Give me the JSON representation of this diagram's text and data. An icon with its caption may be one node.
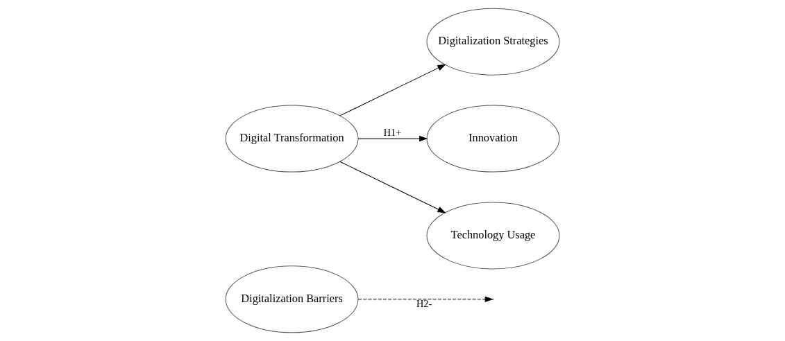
{
  "diagram": {
    "nodes": [
      {
        "text": [
          "Digitalization Barriers"
        ]
      },
      {
        "text": [
          "Digitalization Strategies"
        ]
      },
      {
        "text": [
          "Digital Transformation"
        ]
      },
      {
        "text": [
          "Innovation"
        ]
      },
      {
        "text": [
          "Technology Usage"
        ]
      }
    ],
    "edges": [
      {
        "from": 2,
        "to": 1,
        "arrow": "to"
      },
      {
        "from": 2,
        "to": 3,
        "arrow": "to",
        "label": "H1+"
      },
      {
        "from": 0,
        "to": null,
        "arrow": "to",
        "style": "dashed",
        "label": "H2-"
      },
      {
        "from": 2,
        "to": 4,
        "arrow": "to"
      }
    ]
  }
}
